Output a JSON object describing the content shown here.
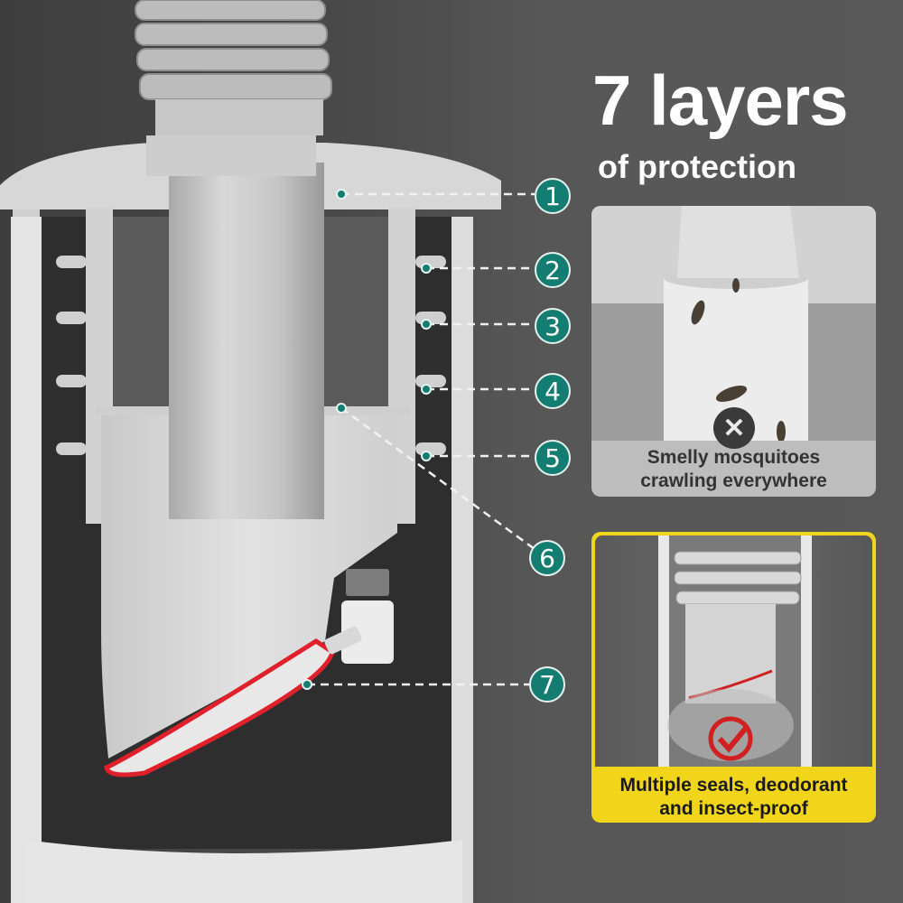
{
  "header": {
    "title": "7 layers",
    "subtitle": "of protection"
  },
  "callouts": [
    {
      "number": "1"
    },
    {
      "number": "2"
    },
    {
      "number": "3"
    },
    {
      "number": "4"
    },
    {
      "number": "5"
    },
    {
      "number": "6"
    },
    {
      "number": "7"
    }
  ],
  "comparison": {
    "bad": {
      "caption_line1": "Smelly mosquitoes",
      "caption_line2": "crawling everywhere",
      "icon": "x-mark-icon"
    },
    "good": {
      "caption_line1": "Multiple seals, deodorant",
      "caption_line2": "and insect-proof",
      "icon": "check-mark-icon"
    }
  },
  "colors": {
    "badge_teal": "#147d72",
    "seal_red": "#e0202a",
    "highlight_yellow": "#f0d51a",
    "background_gray": "#4e4e4e"
  }
}
